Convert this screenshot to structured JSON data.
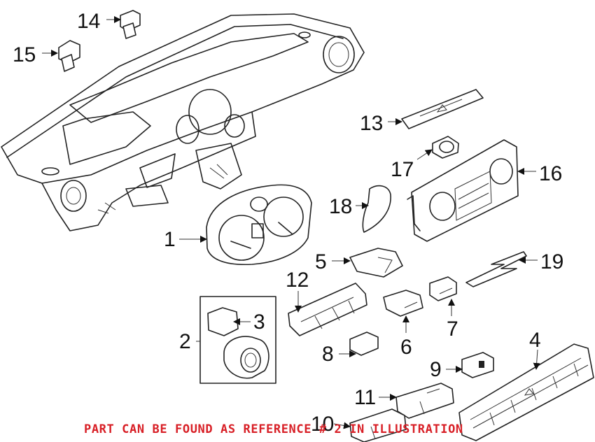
{
  "callouts": {
    "c1": "1",
    "c2": "2",
    "c3": "3",
    "c4": "4",
    "c5": "5",
    "c6": "6",
    "c7": "7",
    "c8": "8",
    "c9": "9",
    "c10": "10",
    "c11": "11",
    "c12": "12",
    "c13": "13",
    "c14": "14",
    "c15": "15",
    "c16": "16",
    "c17": "17",
    "c18": "18",
    "c19": "19"
  },
  "note": "PART CAN BE FOUND AS REFERENCE # 2 IN ILLUSTRATION",
  "colors": {
    "note": "#d81f26",
    "lines": "#222222"
  }
}
